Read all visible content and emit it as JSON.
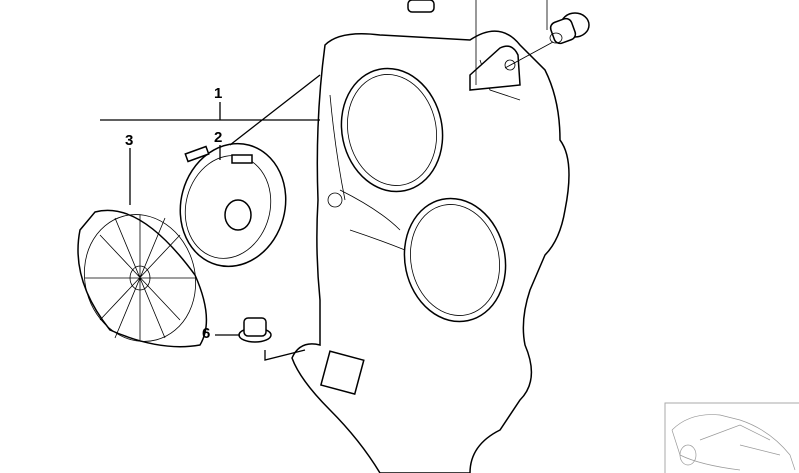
{
  "diagram": {
    "callouts": [
      {
        "id": "1",
        "label": "1"
      },
      {
        "id": "2",
        "label": "2"
      },
      {
        "id": "3",
        "label": "3"
      },
      {
        "id": "6",
        "label": "6"
      }
    ],
    "colors": {
      "line": "#000000",
      "background": "#ffffff",
      "thumbnail_frame": "#aaaaaa"
    }
  }
}
